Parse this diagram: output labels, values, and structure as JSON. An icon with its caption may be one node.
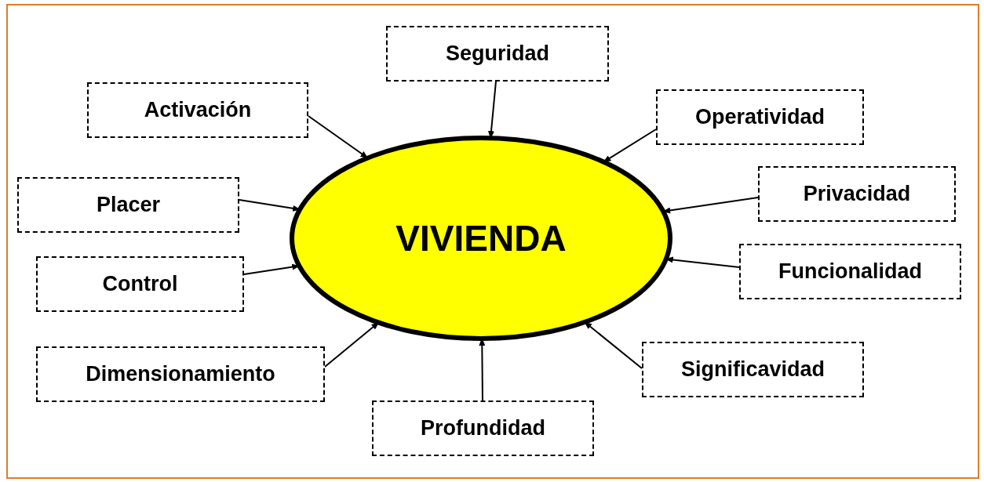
{
  "diagram": {
    "nodes": [
      {
        "text": [
          "VIVIENDA"
        ]
      },
      {
        "text": [
          "Seguridad"
        ]
      },
      {
        "text": [
          "Activación"
        ]
      },
      {
        "text": [
          "Operatividad"
        ]
      },
      {
        "text": [
          "Placer"
        ]
      },
      {
        "text": [
          "Privacidad"
        ]
      },
      {
        "text": [
          "Control"
        ]
      },
      {
        "text": [
          "Funcionalidad"
        ]
      },
      {
        "text": [
          "Dimensionamiento"
        ]
      },
      {
        "text": [
          "Significavidad"
        ]
      },
      {
        "text": [
          "Profundidad"
        ]
      }
    ],
    "edges": [
      {
        "from": 1,
        "to": 0,
        "arrow": "to"
      },
      {
        "from": 2,
        "to": 0,
        "arrow": "to"
      },
      {
        "from": 3,
        "to": 0,
        "arrow": "to"
      },
      {
        "from": 4,
        "to": 0,
        "arrow": "to"
      },
      {
        "from": 5,
        "to": 0,
        "arrow": "to"
      },
      {
        "from": 6,
        "to": 0,
        "arrow": "to"
      },
      {
        "from": 7,
        "to": 0,
        "arrow": "to"
      },
      {
        "from": 8,
        "to": 0,
        "arrow": "to"
      },
      {
        "from": 9,
        "to": 0,
        "arrow": "to"
      },
      {
        "from": 10,
        "to": 0,
        "arrow": "to"
      }
    ]
  }
}
